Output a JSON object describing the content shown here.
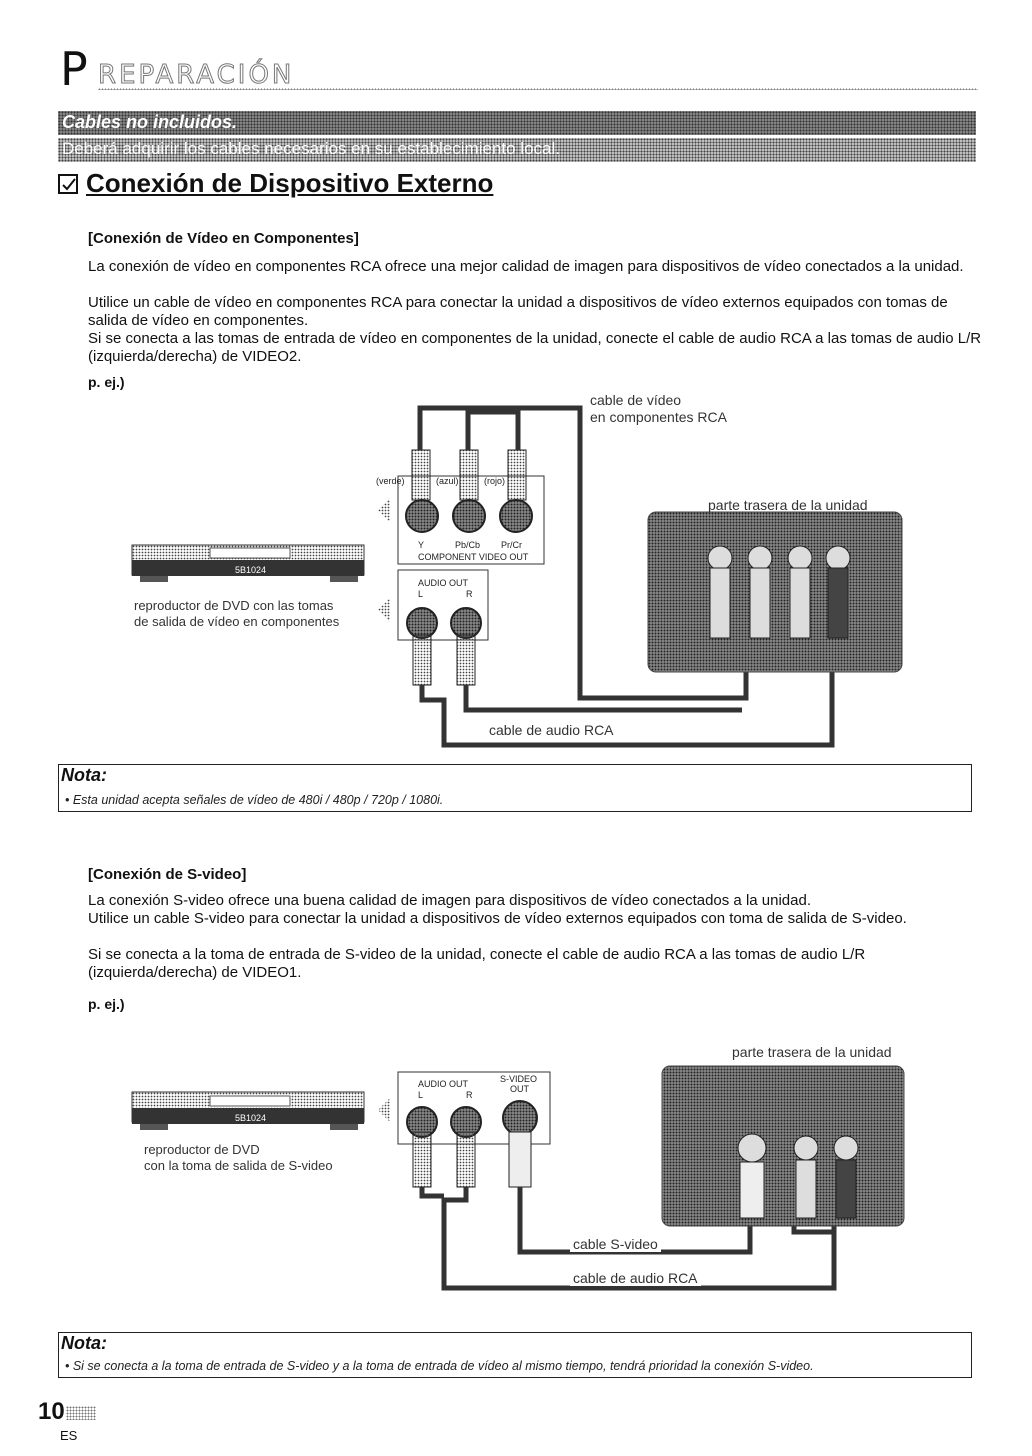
{
  "header": {
    "section_first_letter": "P",
    "section_rest": "REPARACIÓN"
  },
  "banner": {
    "line1": "Cables no incluidos.",
    "line2": "Deberá adquirir los cables necesarios en su establecimiento local."
  },
  "title": "Conexión de Dispositivo Externo",
  "component": {
    "heading": "[Conexión de Vídeo en Componentes]",
    "paragraphs": [
      "La conexión de vídeo en componentes RCA ofrece una mejor calidad de imagen para dispositivos de vídeo conectados a la unidad.",
      "Utilice un cable de vídeo en componentes RCA para conectar la unidad a dispositivos de vídeo externos equipados con tomas de salida de vídeo en componentes.",
      "Si se conecta a las tomas de entrada de vídeo en componentes de la unidad, conecte el cable de audio RCA a las tomas de audio L/R (izquierda/derecha) de VIDEO2."
    ],
    "example": "p. ej.)",
    "diagram": {
      "cable_label_line1": "cable de vídeo",
      "cable_label_line2": "en componentes RCA",
      "unit_rear": "parte trasera de la unidad",
      "dvd_line1": "reproductor de DVD con las tomas",
      "dvd_line2": "de salida de vídeo en componentes",
      "audio_cable": "cable de audio RCA",
      "plug_green": "(verde)",
      "plug_blue": "(azul)",
      "plug_red": "(rojo)",
      "jack_y": "Y",
      "jack_pb": "Pb/Cb",
      "jack_pr": "Pr/Cr",
      "component_out": "COMPONENT VIDEO OUT",
      "audio_out": "AUDIO OUT",
      "audio_l": "L",
      "audio_r": "R",
      "dvd_model": "5B1024"
    }
  },
  "note1": {
    "title": "Nota:",
    "text": "• Esta unidad acepta señales de vídeo de 480i / 480p / 720p / 1080i."
  },
  "svideo": {
    "heading": "[Conexión de S-video]",
    "paragraphs": [
      "La conexión S-video ofrece una buena calidad de imagen para dispositivos de vídeo conectados a la unidad.",
      "Utilice un cable S-video para conectar la unidad a dispositivos de vídeo externos equipados con toma de salida de S-video.",
      "Si se conecta a la toma de entrada de S-video de la unidad, conecte el cable de audio RCA a las tomas de audio L/R (izquierda/derecha) de VIDEO1."
    ],
    "example": "p. ej.)",
    "diagram": {
      "unit_rear": "parte trasera de la unidad",
      "dvd_line1": "reproductor de DVD",
      "dvd_line2": "con la toma de salida de S-video",
      "svideo_cable": "cable S-video",
      "audio_cable": "cable de audio RCA",
      "audio_out": "AUDIO OUT",
      "audio_l": "L",
      "audio_r": "R",
      "svideo_out_1": "S-VIDEO",
      "svideo_out_2": "OUT",
      "dvd_model": "5B1024"
    }
  },
  "note2": {
    "title": "Nota:",
    "text": "• Si se conecta a la toma de entrada de S-video y a la toma de entrada de vídeo al mismo tiempo, tendrá prioridad la conexión S-video."
  },
  "footer": {
    "page": "10",
    "lang": "ES"
  }
}
